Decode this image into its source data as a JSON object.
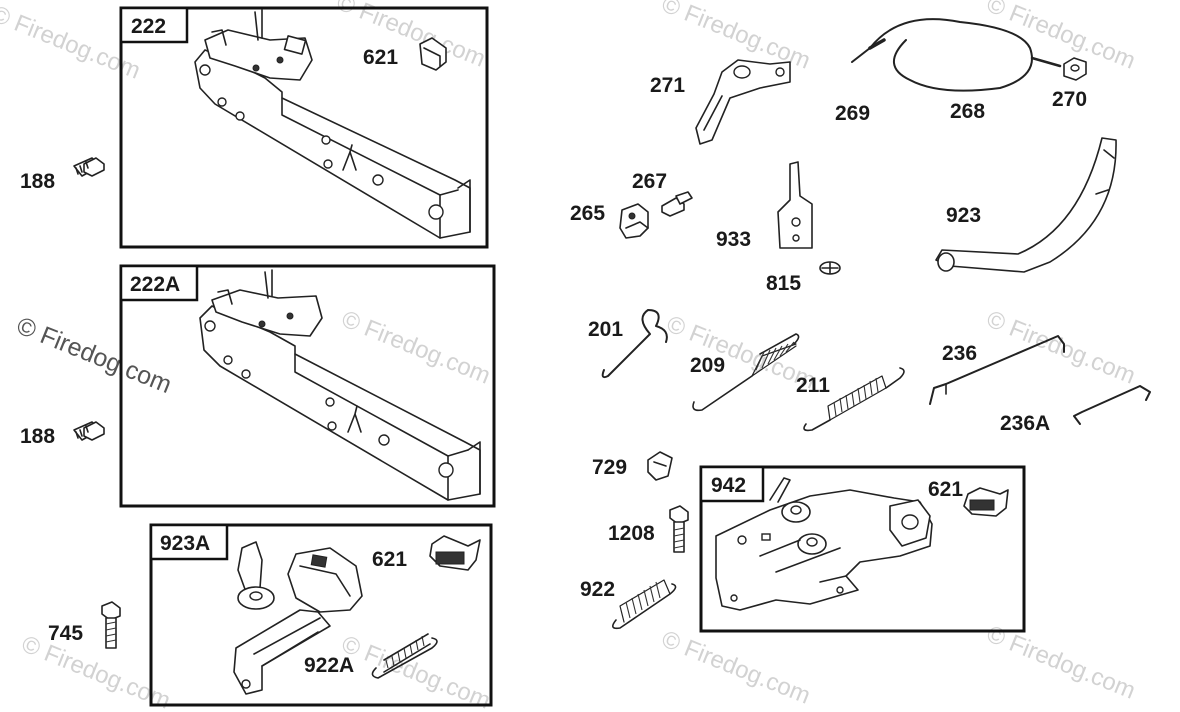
{
  "watermark": "© Firedog.com",
  "boxes": {
    "b222": "222",
    "b222a": "222A",
    "b923a": "923A",
    "b942": "942"
  },
  "labels": {
    "l621_a": "621",
    "l188_a": "188",
    "l188_b": "188",
    "l621_b": "621",
    "l745": "745",
    "l922a": "922A",
    "l271": "271",
    "l269": "269",
    "l268": "268",
    "l270": "270",
    "l267": "267",
    "l265": "265",
    "l933": "933",
    "l815": "815",
    "l923": "923",
    "l201": "201",
    "l209": "209",
    "l211": "211",
    "l236": "236",
    "l236a": "236A",
    "l729": "729",
    "l621_c": "621",
    "l1208": "1208",
    "l922": "922"
  }
}
